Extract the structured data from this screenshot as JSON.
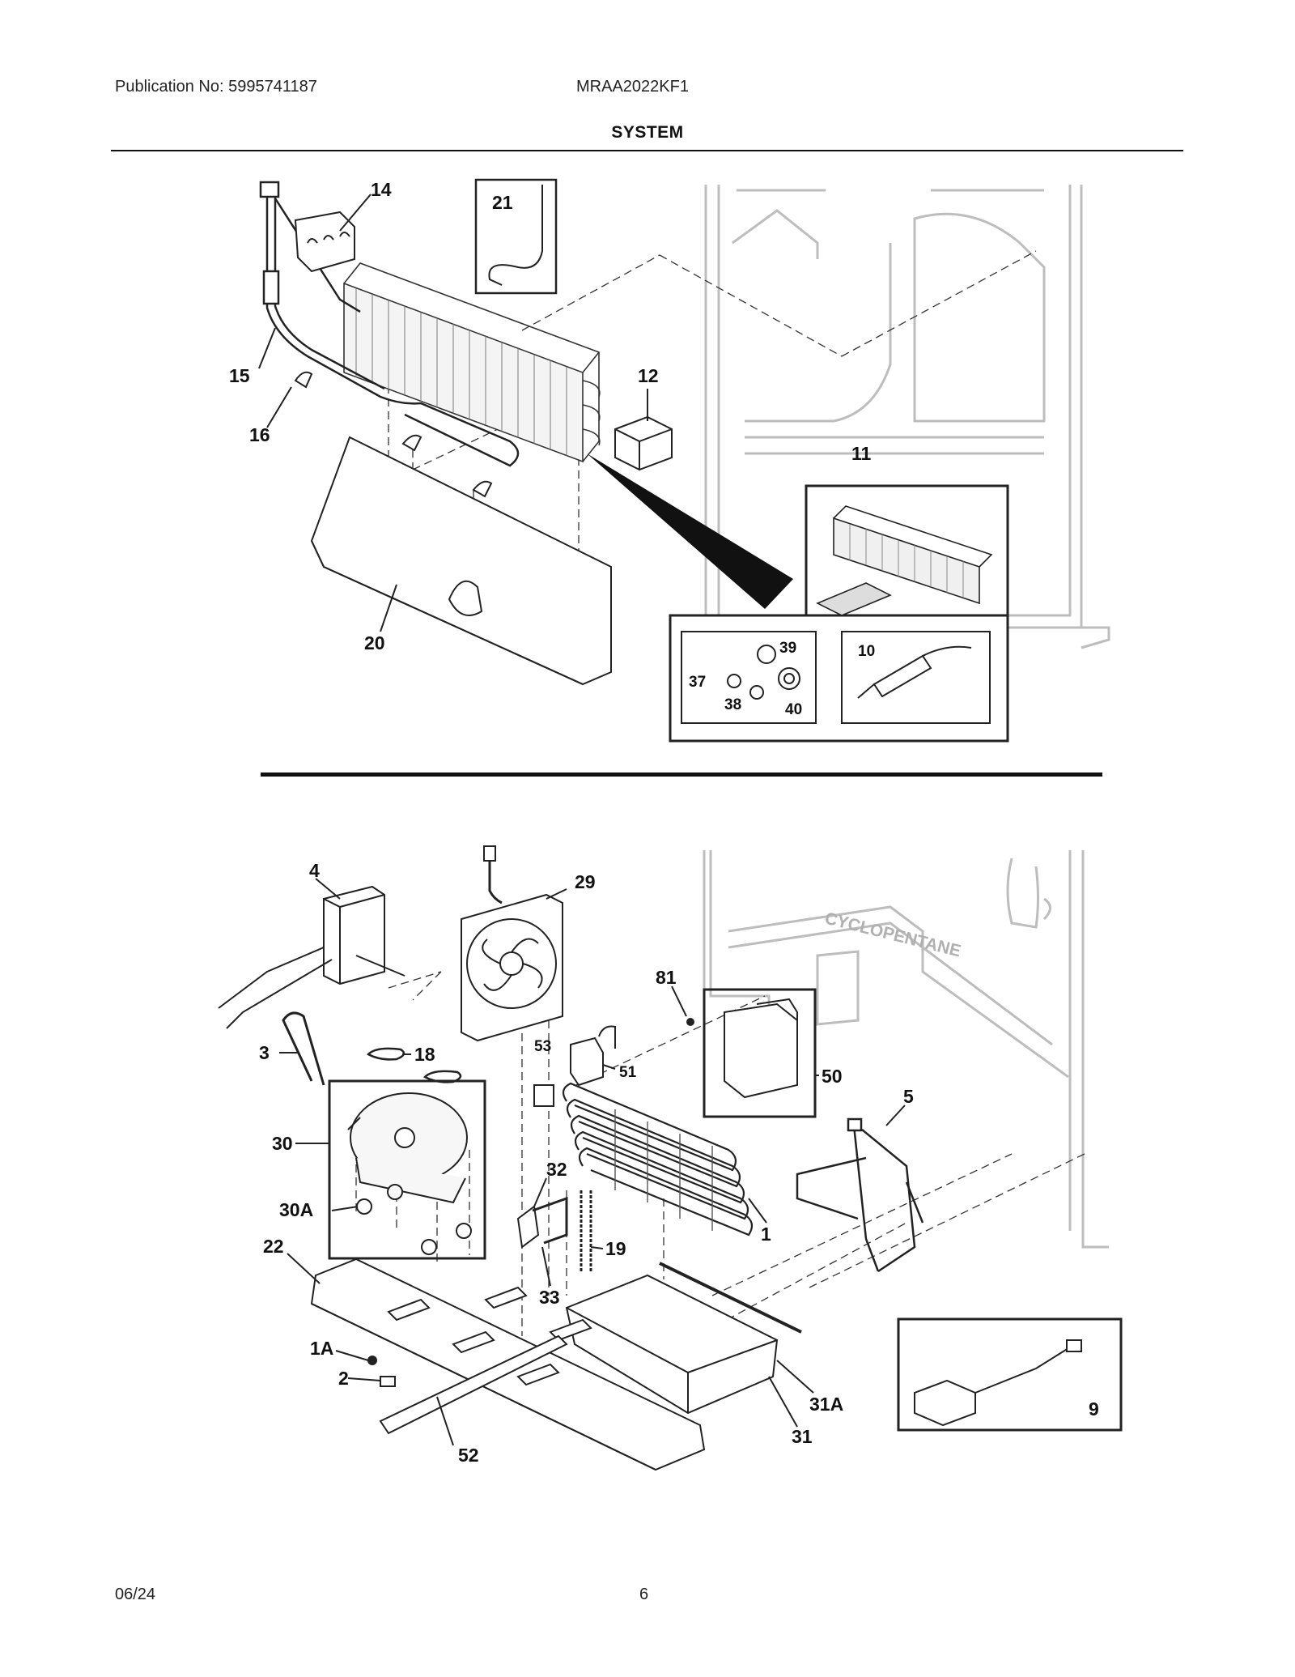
{
  "header": {
    "publication": "Publication No: 5995741187",
    "model": "MRAA2022KF1",
    "section_title": "SYSTEM"
  },
  "footer": {
    "date": "06/24",
    "page": "6"
  },
  "callouts": {
    "c1": "1",
    "c1A": "1A",
    "c2": "2",
    "c3": "3",
    "c4": "4",
    "c5": "5",
    "c9": "9",
    "c10": "10",
    "c11": "11",
    "c12": "12",
    "c14": "14",
    "c15": "15",
    "c16": "16",
    "c18": "18",
    "c19": "19",
    "c20": "20",
    "c21": "21",
    "c22": "22",
    "c29": "29",
    "c30": "30",
    "c30A": "30A",
    "c31": "31",
    "c31A": "31A",
    "c32": "32",
    "c33": "33",
    "c37": "37",
    "c38": "38",
    "c39": "39",
    "c40": "40",
    "c50": "50",
    "c51": "51",
    "c52": "52",
    "c53": "53",
    "c81": "81"
  },
  "cabinet_marking": "CYCLOPENTANE"
}
